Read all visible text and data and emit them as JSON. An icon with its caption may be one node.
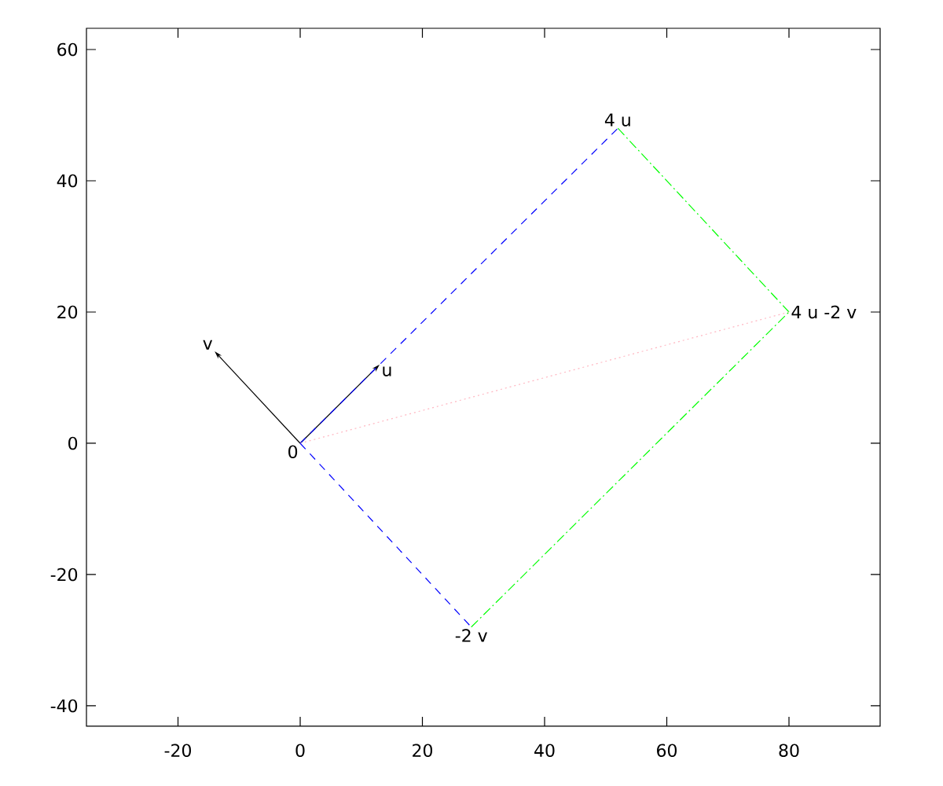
{
  "diagram": {
    "nodes": [
      {
        "text": [
          "0"
        ]
      },
      {
        "text": [
          "u"
        ]
      },
      {
        "text": [
          "v"
        ]
      },
      {
        "text": [
          "4 u"
        ]
      },
      {
        "text": [
          "4 u -2 v"
        ]
      },
      {
        "text": [
          "-2 v"
        ]
      }
    ],
    "edges": [
      {
        "from": 0,
        "to": 1,
        "arrow": "to"
      },
      {
        "from": 0,
        "to": 2,
        "arrow": "to"
      },
      {
        "from": 0,
        "to": 3,
        "arrow": "none",
        "style": "dashed",
        "color": "#0000ff"
      },
      {
        "from": 3,
        "to": 4,
        "arrow": "none",
        "style": "dashed",
        "color": "#00ff00"
      },
      {
        "from": 0,
        "to": 4,
        "arrow": "none",
        "style": "dashed",
        "color": "#ffb6c1"
      },
      {
        "from": 0,
        "to": 5,
        "arrow": "none",
        "style": "dashed",
        "color": "#0000ff"
      },
      {
        "from": 5,
        "to": 4,
        "arrow": "none",
        "style": "dashed",
        "color": "#00ff00"
      }
    ],
    "labels": [
      "60",
      "40",
      "20",
      "0",
      "-20",
      "-40",
      "-20",
      "0",
      "20",
      "40",
      "60",
      "80"
    ]
  }
}
